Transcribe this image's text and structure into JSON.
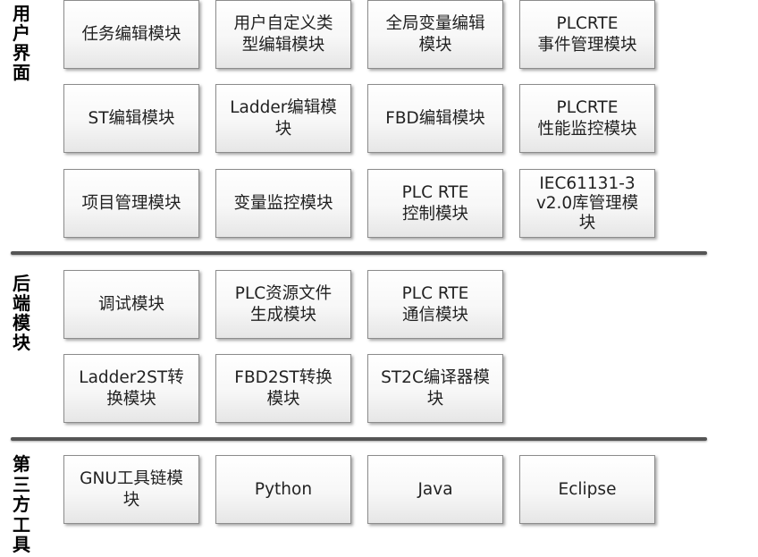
{
  "sections": [
    {
      "label": [
        "用",
        "户",
        "界",
        "面"
      ],
      "rows": [
        [
          "任务编辑模块",
          "用户自定义类\n型编辑模块",
          "全局变量编辑\n模块",
          "PLCRTE\n事件管理模块"
        ],
        [
          "ST编辑模块",
          "Ladder编辑模\n块",
          "FBD编辑模块",
          "PLCRTE\n性能监控模块"
        ],
        [
          "项目管理模块",
          "变量监控模块",
          "PLC RTE\n控制模块",
          "IEC61131-3\nv2.0库管理模\n块"
        ]
      ]
    },
    {
      "label": [
        "后",
        "端",
        "模",
        "块"
      ],
      "rows": [
        [
          "调试模块",
          "PLC资源文件\n生成模块",
          "PLC RTE\n通信模块"
        ],
        [
          "Ladder2ST转\n换模块",
          "FBD2ST转换\n模块",
          "ST2C编译器模\n块"
        ]
      ]
    },
    {
      "label": [
        "第",
        "三",
        "方",
        "工",
        "具"
      ],
      "rows": [
        [
          "GNU工具链模\n块",
          "Python",
          "Java",
          "Eclipse"
        ]
      ]
    }
  ]
}
